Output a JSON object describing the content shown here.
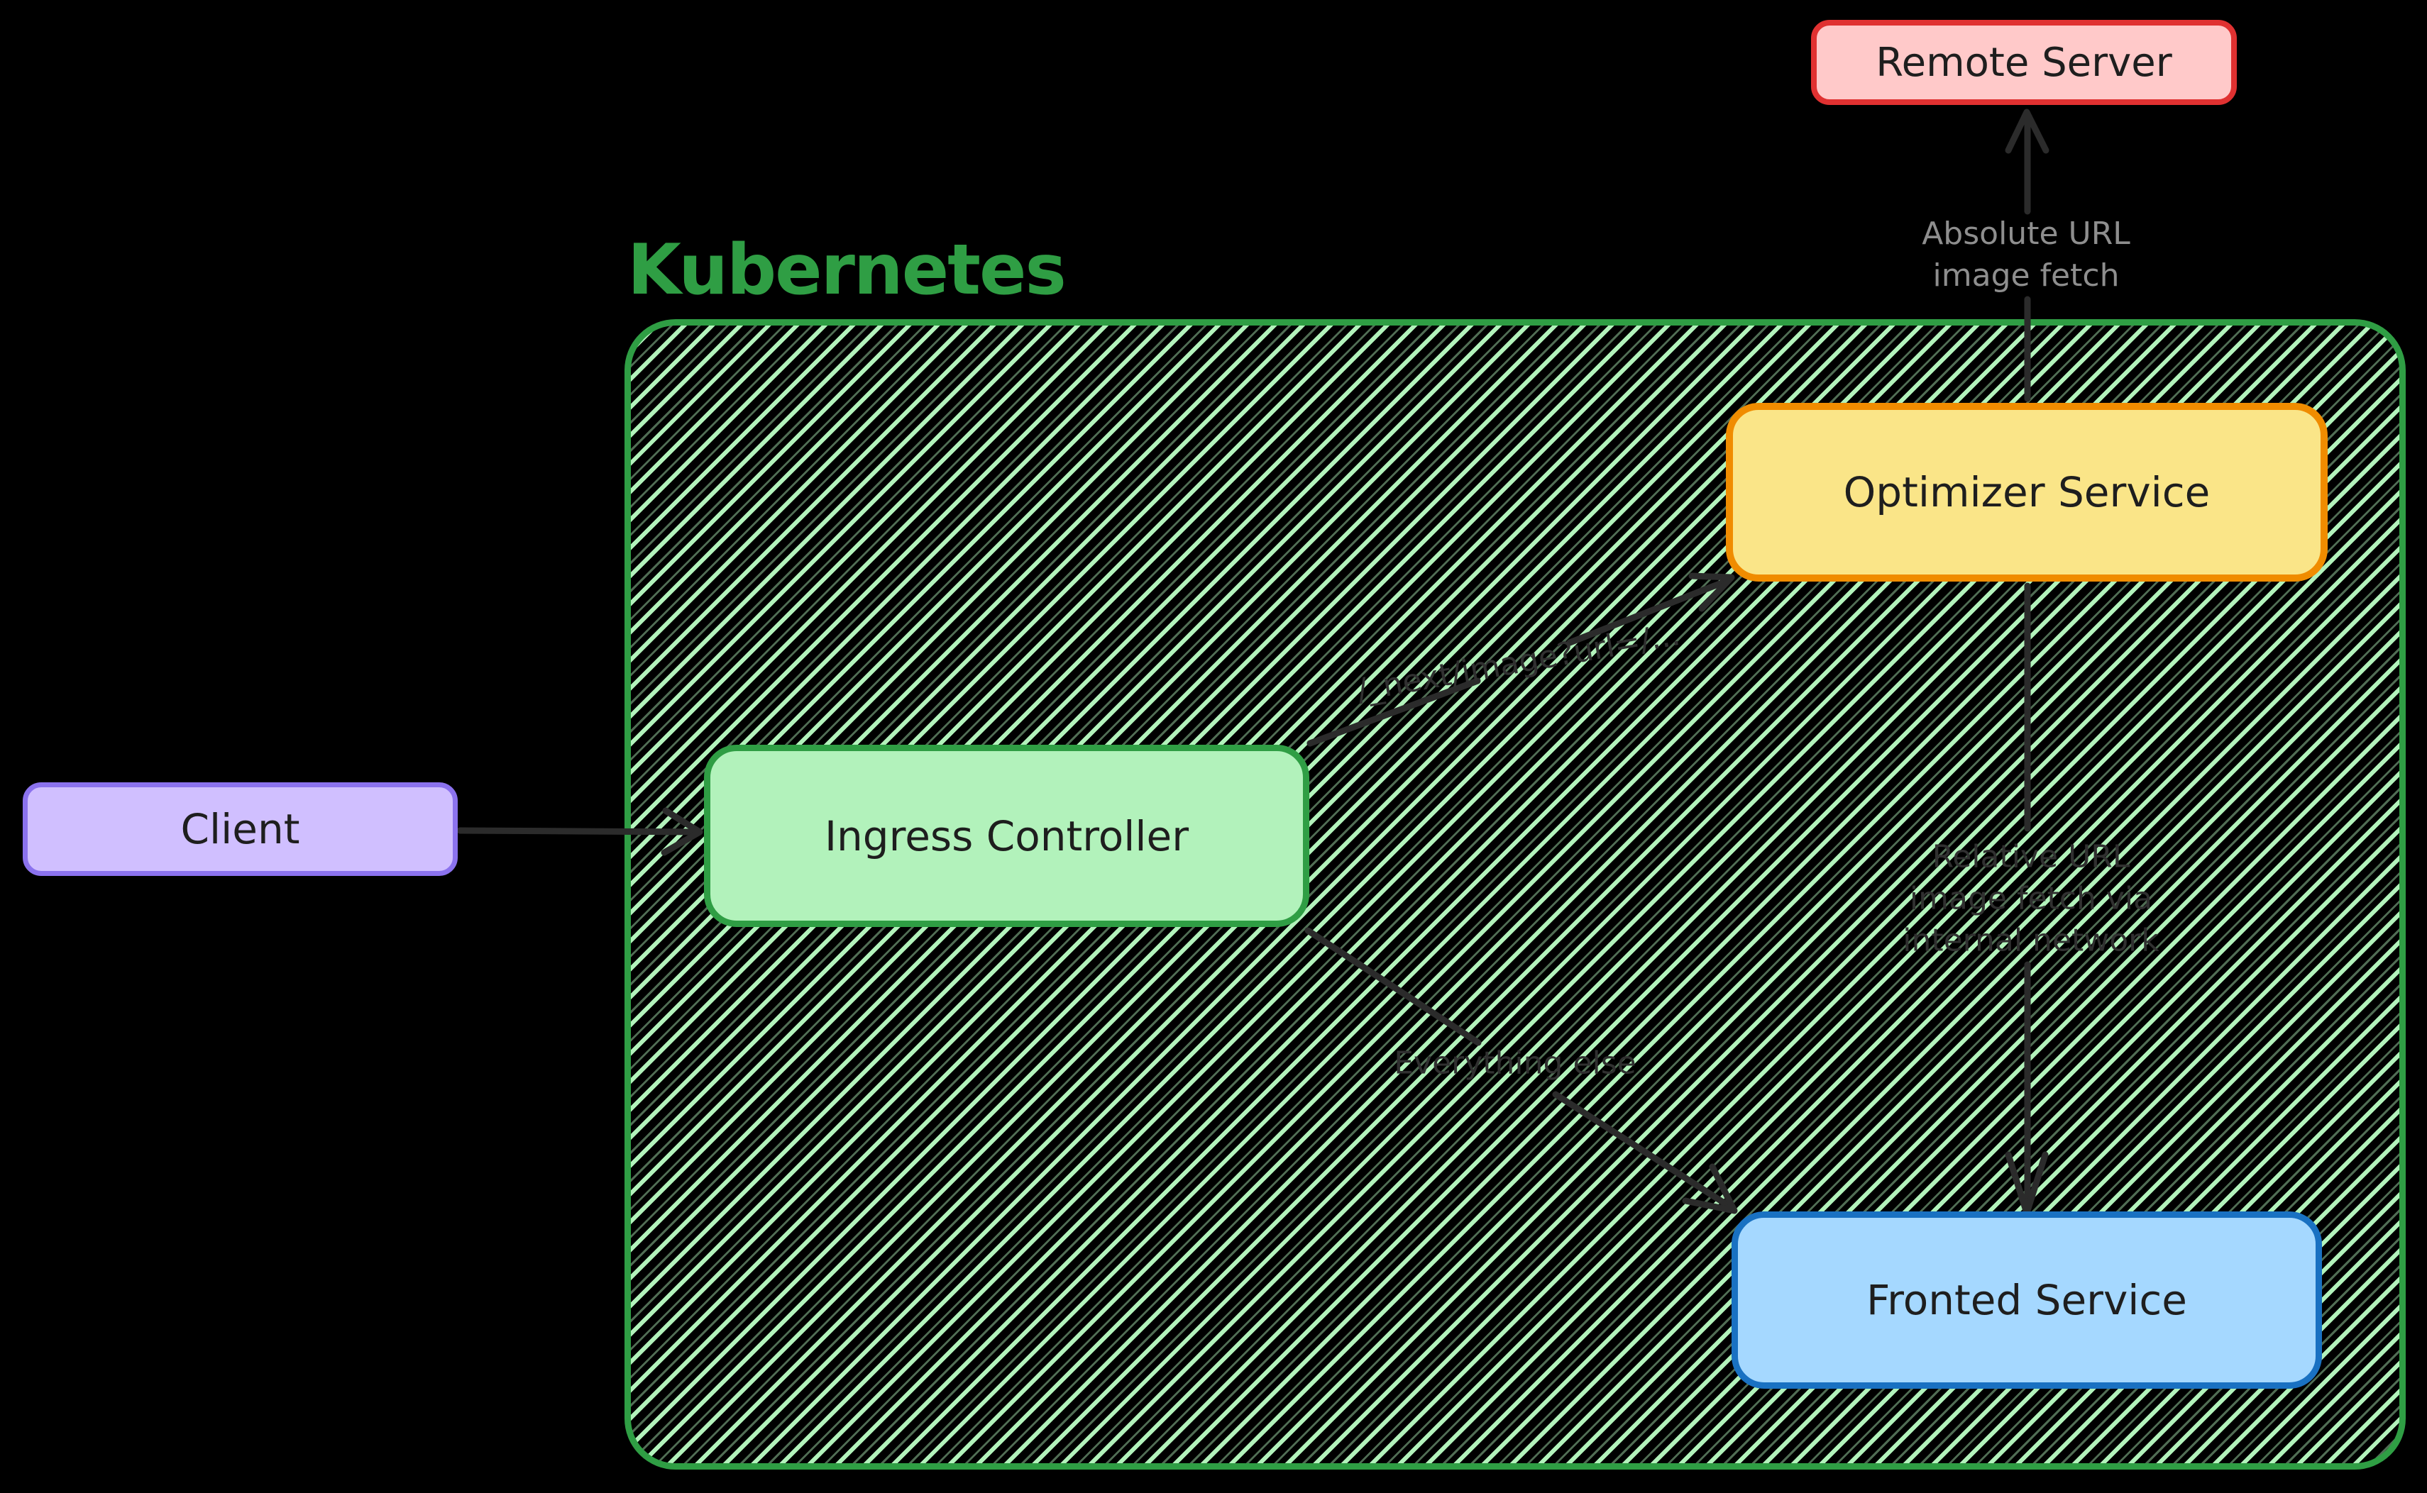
{
  "cluster": {
    "title": "Kubernetes"
  },
  "nodes": {
    "client": {
      "label": "Client"
    },
    "ingress": {
      "label": "Ingress Controller"
    },
    "optimizer": {
      "label": "Optimizer Service"
    },
    "fronted": {
      "label": "Fronted Service"
    },
    "remote": {
      "label": "Remote Server"
    }
  },
  "edges": {
    "client_to_ingress": {
      "label": ""
    },
    "ingress_to_optimizer": {
      "label": "/_next/image?url=/..."
    },
    "ingress_to_fronted": {
      "label": "Everything else"
    },
    "optimizer_to_fronted": {
      "lines": [
        "Relative URL",
        "image fetch via",
        "internal network"
      ]
    },
    "optimizer_to_remote": {
      "lines": [
        "Absolute URL",
        "image fetch"
      ]
    }
  },
  "colors": {
    "background": "#000000",
    "title_color": "#2f9e44",
    "cluster_stroke": "#2f9e44",
    "cluster_hatch": "#b2f2bb",
    "client_fill": "#d0bfff",
    "client_stroke": "#8b72ee",
    "ingress_fill": "#b2f2bb",
    "ingress_stroke": "#2f9e44",
    "optimizer_fill": "#fae588",
    "optimizer_stroke": "#f08c00",
    "fronted_fill": "#a5d8ff",
    "fronted_stroke": "#1971c2",
    "remote_fill": "#ffc9c9",
    "remote_stroke": "#e03131",
    "node_text": "#1e1e1e",
    "edge_stroke": "#2b2b2b",
    "edge_label": "#303030",
    "edge_label_muted": "#8e8e8e"
  }
}
